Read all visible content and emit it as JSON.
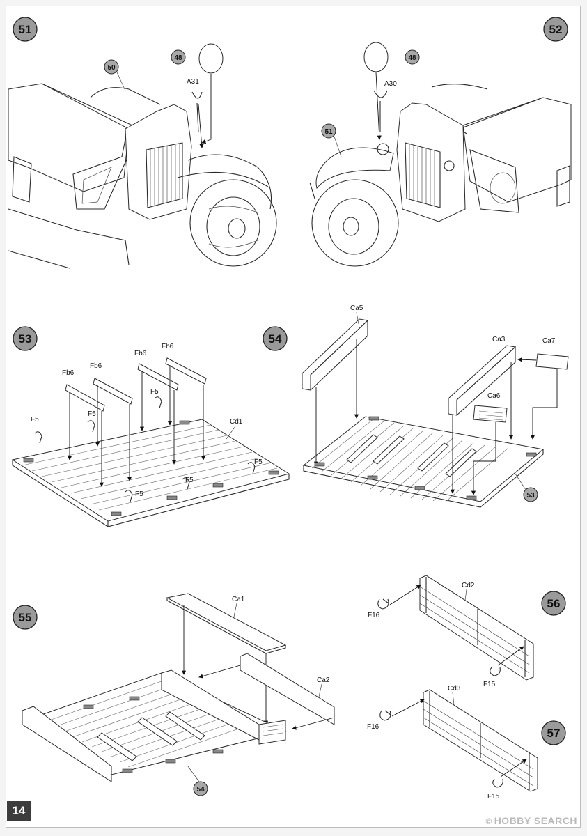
{
  "page": {
    "number": "14",
    "watermark": "HOBBY SEARCH",
    "watermark_icon": "copyright-icon"
  },
  "steps": [
    {
      "number": "51",
      "parts": [
        "50",
        "48",
        "A31"
      ]
    },
    {
      "number": "52",
      "parts": [
        "48",
        "A30",
        "51"
      ]
    },
    {
      "number": "53",
      "parts": [
        "Fb6",
        "Fb6",
        "Fb6",
        "Fb6",
        "F5",
        "F5",
        "F5",
        "F5",
        "F5",
        "F5",
        "Cd1"
      ]
    },
    {
      "number": "54",
      "parts": [
        "Ca5",
        "Ca3",
        "Ca7",
        "Ca6",
        "53"
      ]
    },
    {
      "number": "55",
      "parts": [
        "Ca1",
        "Ca2",
        "54"
      ]
    },
    {
      "number": "56",
      "parts": [
        "Cd2",
        "F16",
        "F15"
      ]
    },
    {
      "number": "57",
      "parts": [
        "Cd3",
        "F16",
        "F15"
      ]
    }
  ],
  "labels": {
    "s51_ref50": "50",
    "s51_ref48": "48",
    "s51_a31": "A31",
    "s52_ref48": "48",
    "s52_a30": "A30",
    "s52_ref51": "51",
    "s53_fb6_1": "Fb6",
    "s53_fb6_2": "Fb6",
    "s53_fb6_3": "Fb6",
    "s53_fb6_4": "Fb6",
    "s53_f5_1": "F5",
    "s53_f5_2": "F5",
    "s53_f5_3": "F5",
    "s53_f5_4": "F5",
    "s53_f5_5": "F5",
    "s53_f5_6": "F5",
    "s53_cd1": "Cd1",
    "s54_ca5": "Ca5",
    "s54_ca3": "Ca3",
    "s54_ca7": "Ca7",
    "s54_ca6": "Ca6",
    "s54_ref53": "53",
    "s55_ca1": "Ca1",
    "s55_ca2": "Ca2",
    "s55_ref54": "54",
    "s56_cd2": "Cd2",
    "s56_f16": "F16",
    "s56_f15": "F15",
    "s57_cd3": "Cd3",
    "s57_f16": "F16",
    "s57_f15": "F15"
  }
}
